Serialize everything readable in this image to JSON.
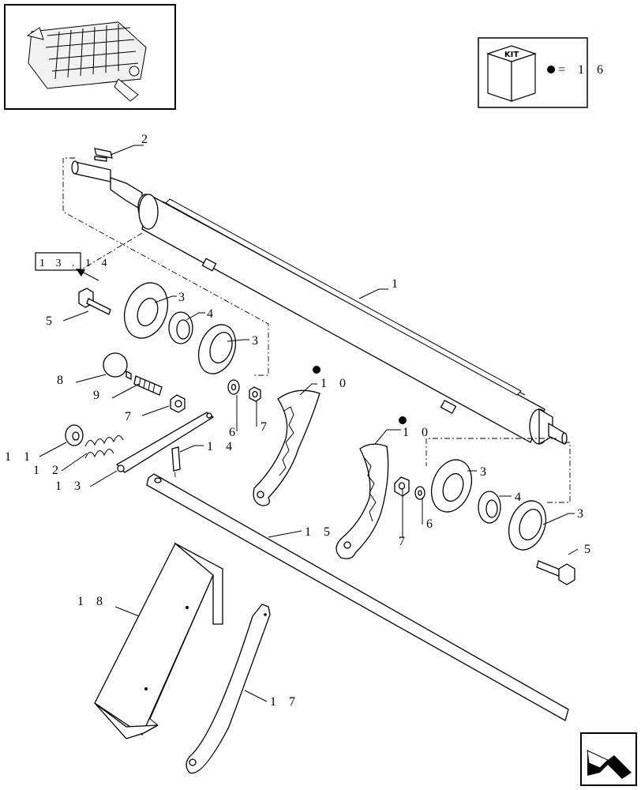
{
  "kit_legend": {
    "kit_label": "KIT",
    "equals_text": "= 1 6"
  },
  "reference": {
    "label": "1 3 . 1 4"
  },
  "callouts": {
    "c1": "1",
    "c2": "2",
    "c3a": "3",
    "c3b": "3",
    "c3c": "3",
    "c3d": "3",
    "c4a": "4",
    "c4b": "4",
    "c5a": "5",
    "c5b": "5",
    "c6a": "6",
    "c6b": "6",
    "c7a": "7",
    "c7b": "7",
    "c7c": "7",
    "c8": "8",
    "c9": "9",
    "c10a": "1 0",
    "c10b": "1 0",
    "c11": "1 1",
    "c12": "1 2",
    "c13": "1 3",
    "c14": "1 4",
    "c15": "1 5",
    "c17": "1 7",
    "c18": "1 8"
  },
  "icons": {
    "thumbnail": "rotor-assembly-thumbnail",
    "kit": "kit-cube-icon",
    "nav": "next-page-arrow-icon"
  }
}
